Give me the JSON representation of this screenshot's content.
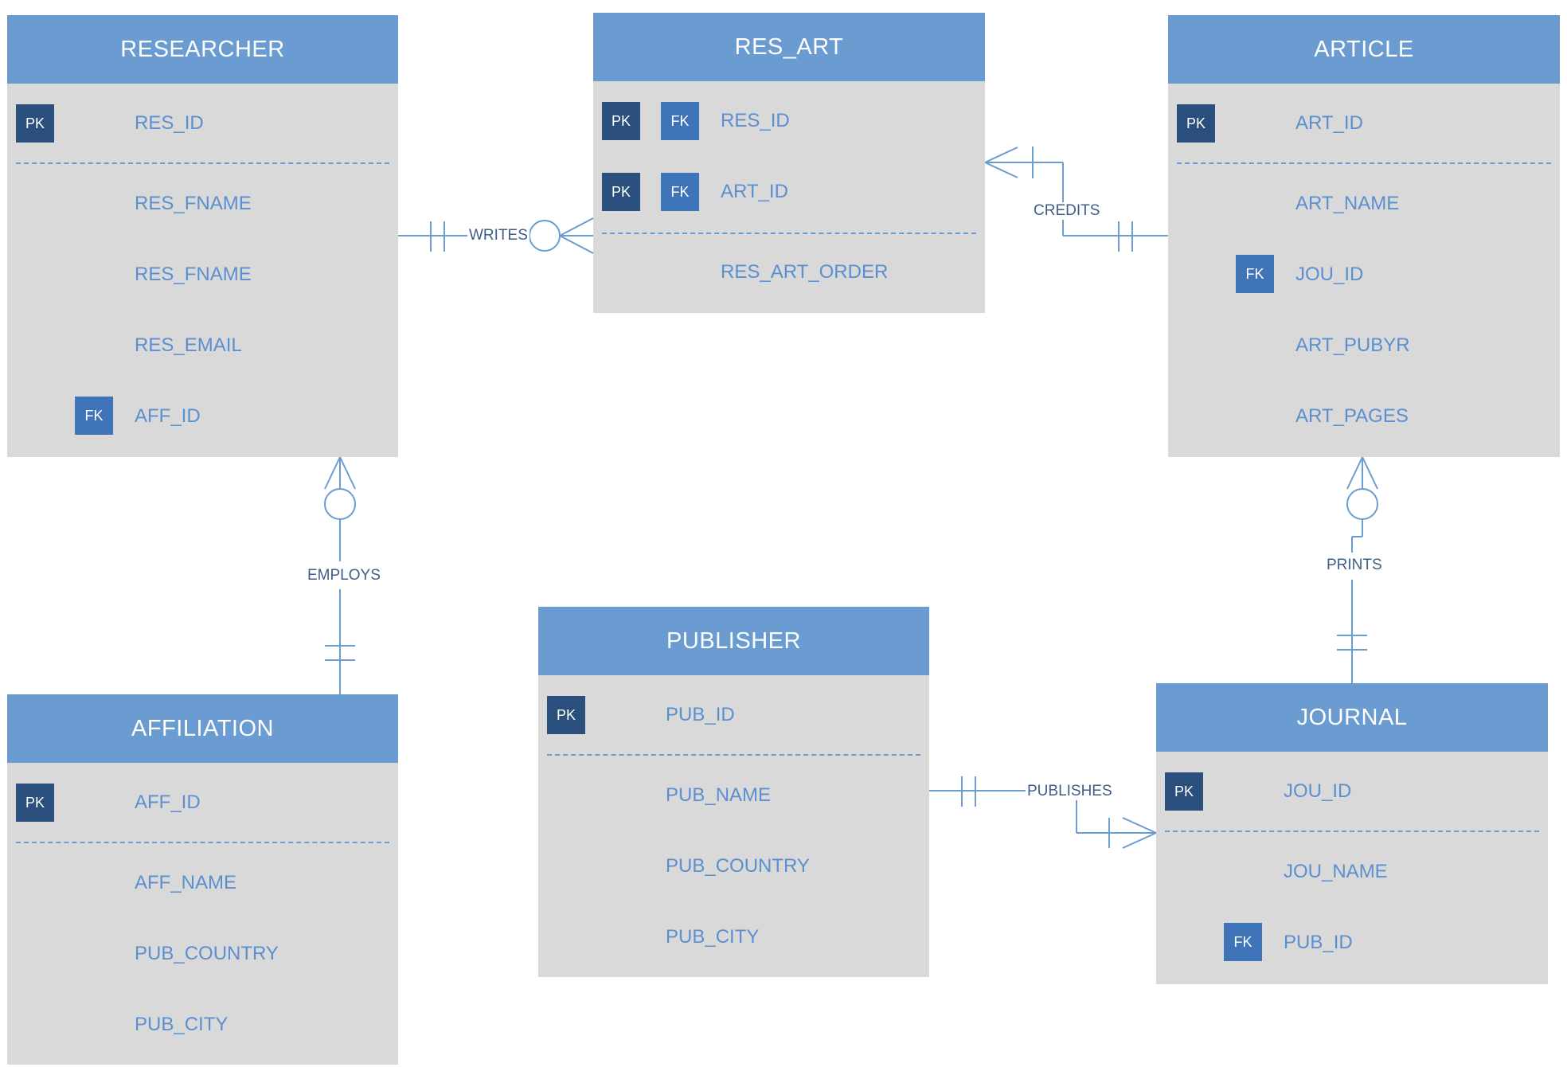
{
  "colors": {
    "header": "#6a9cd2",
    "body": "#d9d9d9",
    "attribute_text": "#5b8fd0",
    "pk_badge": "#2b4f7c",
    "fk_badge": "#3f75b8",
    "connector": "#6a9cd2",
    "relationship_text": "#3f5e86"
  },
  "badges": {
    "pk": "PK",
    "fk": "FK"
  },
  "entities": {
    "researcher": {
      "title": "RESEARCHER",
      "attributes": [
        "RES_ID",
        "RES_FNAME",
        "RES_FNAME",
        "RES_EMAIL",
        "AFF_ID"
      ]
    },
    "res_art": {
      "title": "RES_ART",
      "attributes": [
        "RES_ID",
        "ART_ID",
        "RES_ART_ORDER"
      ]
    },
    "article": {
      "title": "ARTICLE",
      "attributes": [
        "ART_ID",
        "ART_NAME",
        "JOU_ID",
        "ART_PUBYR",
        "ART_PAGES"
      ]
    },
    "affiliation": {
      "title": "AFFILIATION",
      "attributes": [
        "AFF_ID",
        "AFF_NAME",
        "PUB_COUNTRY",
        "PUB_CITY"
      ]
    },
    "publisher": {
      "title": "PUBLISHER",
      "attributes": [
        "PUB_ID",
        "PUB_NAME",
        "PUB_COUNTRY",
        "PUB_CITY"
      ]
    },
    "journal": {
      "title": "JOURNAL",
      "attributes": [
        "JOU_ID",
        "JOU_NAME",
        "PUB_ID"
      ]
    }
  },
  "relationships": {
    "writes": "WRITES",
    "credits": "CREDITS",
    "employs": "EMPLOYS",
    "prints": "PRINTS",
    "publishes": "PUBLISHES"
  }
}
